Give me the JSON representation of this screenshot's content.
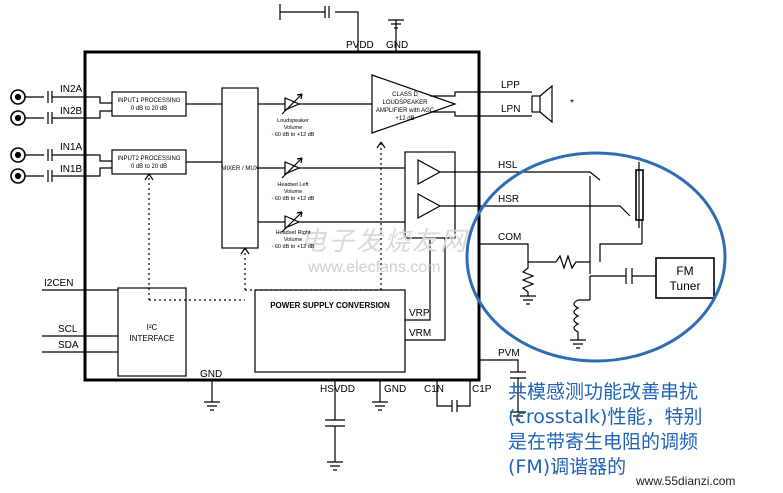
{
  "pins": {
    "in2a": "IN2A",
    "in2b": "IN2B",
    "in1a": "IN1A",
    "in1b": "IN1B",
    "i2cen": "I2CEN",
    "scl": "SCL",
    "sda": "SDA",
    "gnd_left": "GND",
    "pvdd": "PVDD",
    "gnd_top": "GND",
    "lpp": "LPP",
    "lpn": "LPN",
    "hsl": "HSL",
    "hsr": "HSR",
    "com": "COM",
    "vrp": "VRP",
    "vrm": "VRM",
    "pvm": "PVM",
    "hsvdd": "HSVDD",
    "gnd_bottom": "GND",
    "c1n": "C1N",
    "c1p": "C1P"
  },
  "blocks": {
    "input1": {
      "title": "INPUT1 PROCESSING",
      "range": "0 dB to 20 dB"
    },
    "input2": {
      "title": "INPUT2 PROCESSING",
      "range": "0 dB to 20 dB"
    },
    "mixer": "MIXER / MUX",
    "amp": {
      "line1": "CLASS D",
      "line2": "LOUDSPEAKER",
      "line3": "AMPLIFIER with AGC",
      "line4": "+12 dB"
    },
    "i2c": {
      "line1": "I²C",
      "line2": "INTERFACE"
    },
    "power": "POWER SUPPLY CONVERSION",
    "fm": {
      "line1": "FM",
      "line2": "Tuner"
    }
  },
  "volumes": {
    "speaker": {
      "line1": "Loudspeaker",
      "line2": "Volume",
      "line3": "- 60 dB to +12 dB"
    },
    "hs_left": {
      "line1": "Headset Left",
      "line2": "Volume",
      "line3": "- 60 dB to +12 dB"
    },
    "hs_right": {
      "line1": "Headset Right",
      "line2": "Volume",
      "line3": "- 60 dB to +12 dB"
    }
  },
  "speaker_mark": "*",
  "watermark": {
    "cn": "电子发烧友网",
    "url": "www.elecfans.com"
  },
  "annotation": {
    "line1": "共模感测功能改善串扰",
    "line2": "(crosstalk)性能，特别",
    "line3": "是在带寄生电阻的调频",
    "line4": "(FM)调谐器的"
  },
  "site": "www.55dianzi.com",
  "colors": {
    "annotation": "#1e63b8",
    "circle": "#2d6db5"
  }
}
